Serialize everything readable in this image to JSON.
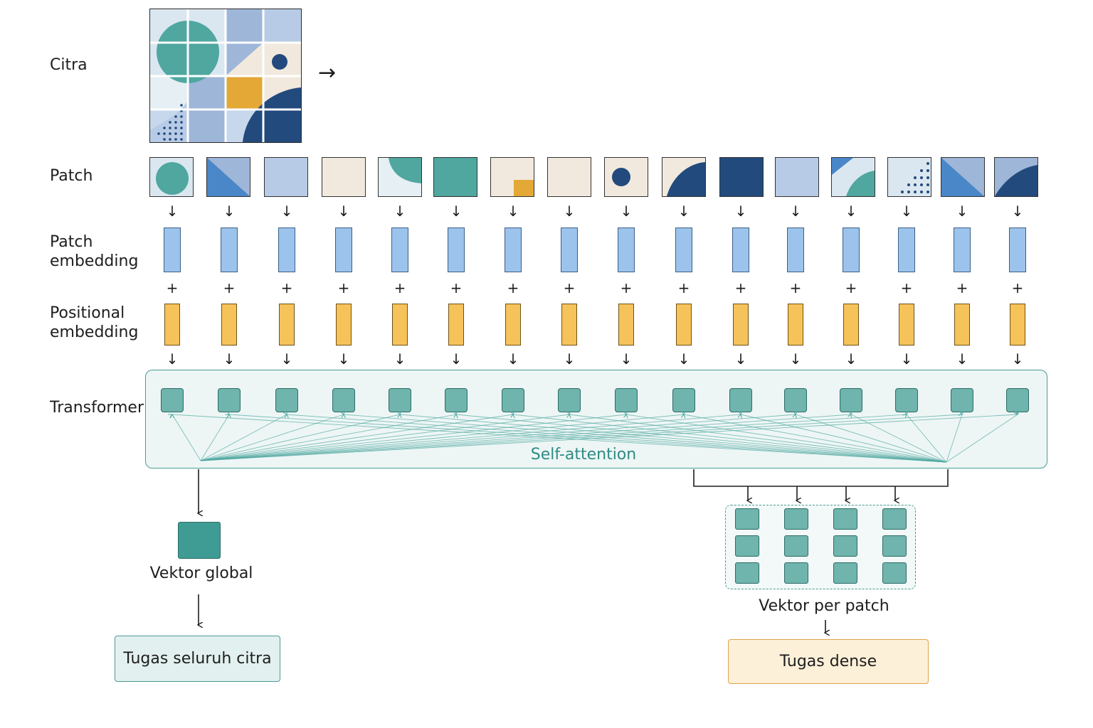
{
  "labels": {
    "citra": "Citra",
    "patch": "Patch",
    "patch_embedding": "Patch\nembedding",
    "positional_embedding": "Positional\nembedding",
    "transformer": "Transformer"
  },
  "self_attention": "Self-attention",
  "global_vector_label": "Vektor global",
  "global_task": "Tugas seluruh citra",
  "dense_vector_label": "Vektor per patch",
  "dense_task": "Tugas dense",
  "symbols": {
    "arrow_right": "→",
    "arrow_down": "↓",
    "plus": "+"
  },
  "patch_count": 16,
  "dense_grid": {
    "rows": 3,
    "cols": 4
  },
  "colors": {
    "teal": "#4fa7a0",
    "dark_navy": "#234a7c",
    "blue": "#4a87c8",
    "light_blue": "#b8cbe6",
    "cream": "#f1e9de",
    "orange": "#e3a835",
    "patch_embedding": "#9cc3eb",
    "positional_embedding": "#f6c25a",
    "token": "#6fb4ad"
  },
  "patch_icons": [
    "teal-circle-patch-icon",
    "diagonal-blue-patch-icon",
    "light-blue-patch-icon",
    "cream-patch-icon",
    "teal-arc-patch-icon",
    "teal-square-patch-icon",
    "orange-corner-patch-icon",
    "cream-patch-icon",
    "navy-dot-patch-icon",
    "navy-arc-patch-icon",
    "navy-square-patch-icon",
    "light-blue-patch-icon",
    "teal-stripes-patch-icon",
    "dotted-patch-icon",
    "diagonal-blue-patch-icon",
    "navy-wave-patch-icon"
  ]
}
